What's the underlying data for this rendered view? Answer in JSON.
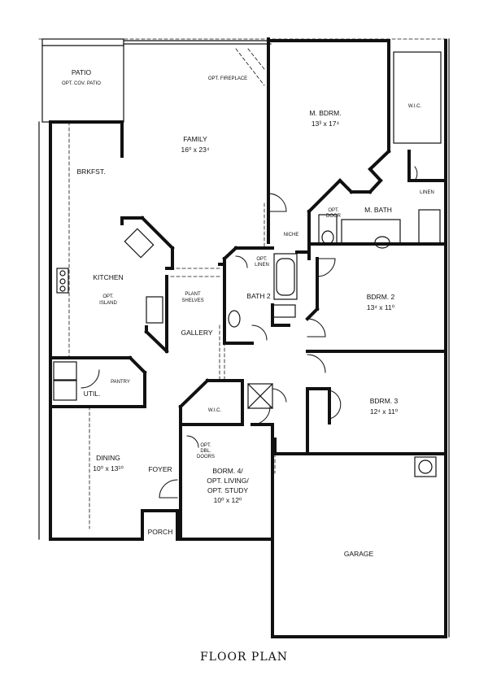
{
  "caption": "FLOOR PLAN",
  "rooms": {
    "patio": {
      "name": "PATIO",
      "note": "OPT. COV. PATIO"
    },
    "family": {
      "name": "FAMILY",
      "dims": "16⁰ x 23⁴",
      "note": "OPT. FIREPLACE"
    },
    "master_bedroom": {
      "name": "M. BDRM.",
      "dims": "13³ x 17⁴"
    },
    "wic_master": {
      "name": "W.I.C."
    },
    "linen_master": {
      "name": "LINEN"
    },
    "master_bath": {
      "name": "M. BATH",
      "note_line1": "OPT.",
      "note_line2": "DOOR"
    },
    "niche": {
      "name": "NICHE"
    },
    "breakfast": {
      "name": "BRKFST."
    },
    "kitchen": {
      "name": "KITCHEN",
      "note_line1": "OPT.",
      "note_line2": "ISLAND"
    },
    "plant_shelves": {
      "line1": "PLANT",
      "line2": "SHELVES"
    },
    "gallery": {
      "name": "GALLERY"
    },
    "bath2": {
      "name": "BATH 2",
      "note_line1": "OPT.",
      "note_line2": "LINEN"
    },
    "bedroom2": {
      "name": "BDRM. 2",
      "dims": "13⁴ x 11⁰"
    },
    "bedroom3": {
      "name": "BDRM. 3",
      "dims": "12⁴ x 11⁰"
    },
    "utility": {
      "name": "UTIL."
    },
    "pantry": {
      "name": "PANTRY"
    },
    "dining": {
      "name": "DINING",
      "dims": "10⁰ x 13¹⁰"
    },
    "foyer": {
      "name": "FOYER"
    },
    "porch": {
      "name": "PORCH"
    },
    "wic_bedroom4": {
      "name": "W.I.C."
    },
    "dbl_doors": {
      "line1": "OPT.",
      "line2": "DBL.",
      "line3": "DOORS"
    },
    "bedroom4": {
      "line1": "BORM. 4/",
      "line2": "OPT. LIVING/",
      "line3": "OPT. STUDY",
      "dims": "10⁰ x 12⁰"
    },
    "garage": {
      "name": "GARAGE"
    }
  }
}
